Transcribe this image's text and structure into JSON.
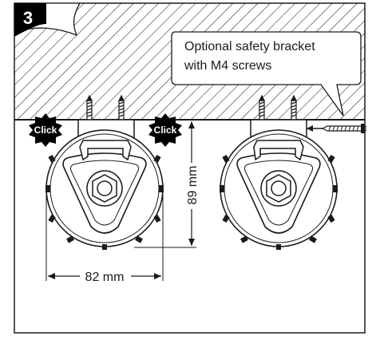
{
  "step": {
    "number": "3"
  },
  "callout": {
    "line1": "Optional safety bracket",
    "line2": "with M4 screws"
  },
  "badges": {
    "click_left": "Click",
    "click_right": "Click"
  },
  "dimensions": {
    "height_label": "89 mm",
    "width_label": "82 mm"
  },
  "colors": {
    "ink": "#1a1a1a",
    "badge_fill": "#000000",
    "badge_text": "#ffffff",
    "ceiling_hatch": "#222222",
    "paper": "#ffffff"
  }
}
